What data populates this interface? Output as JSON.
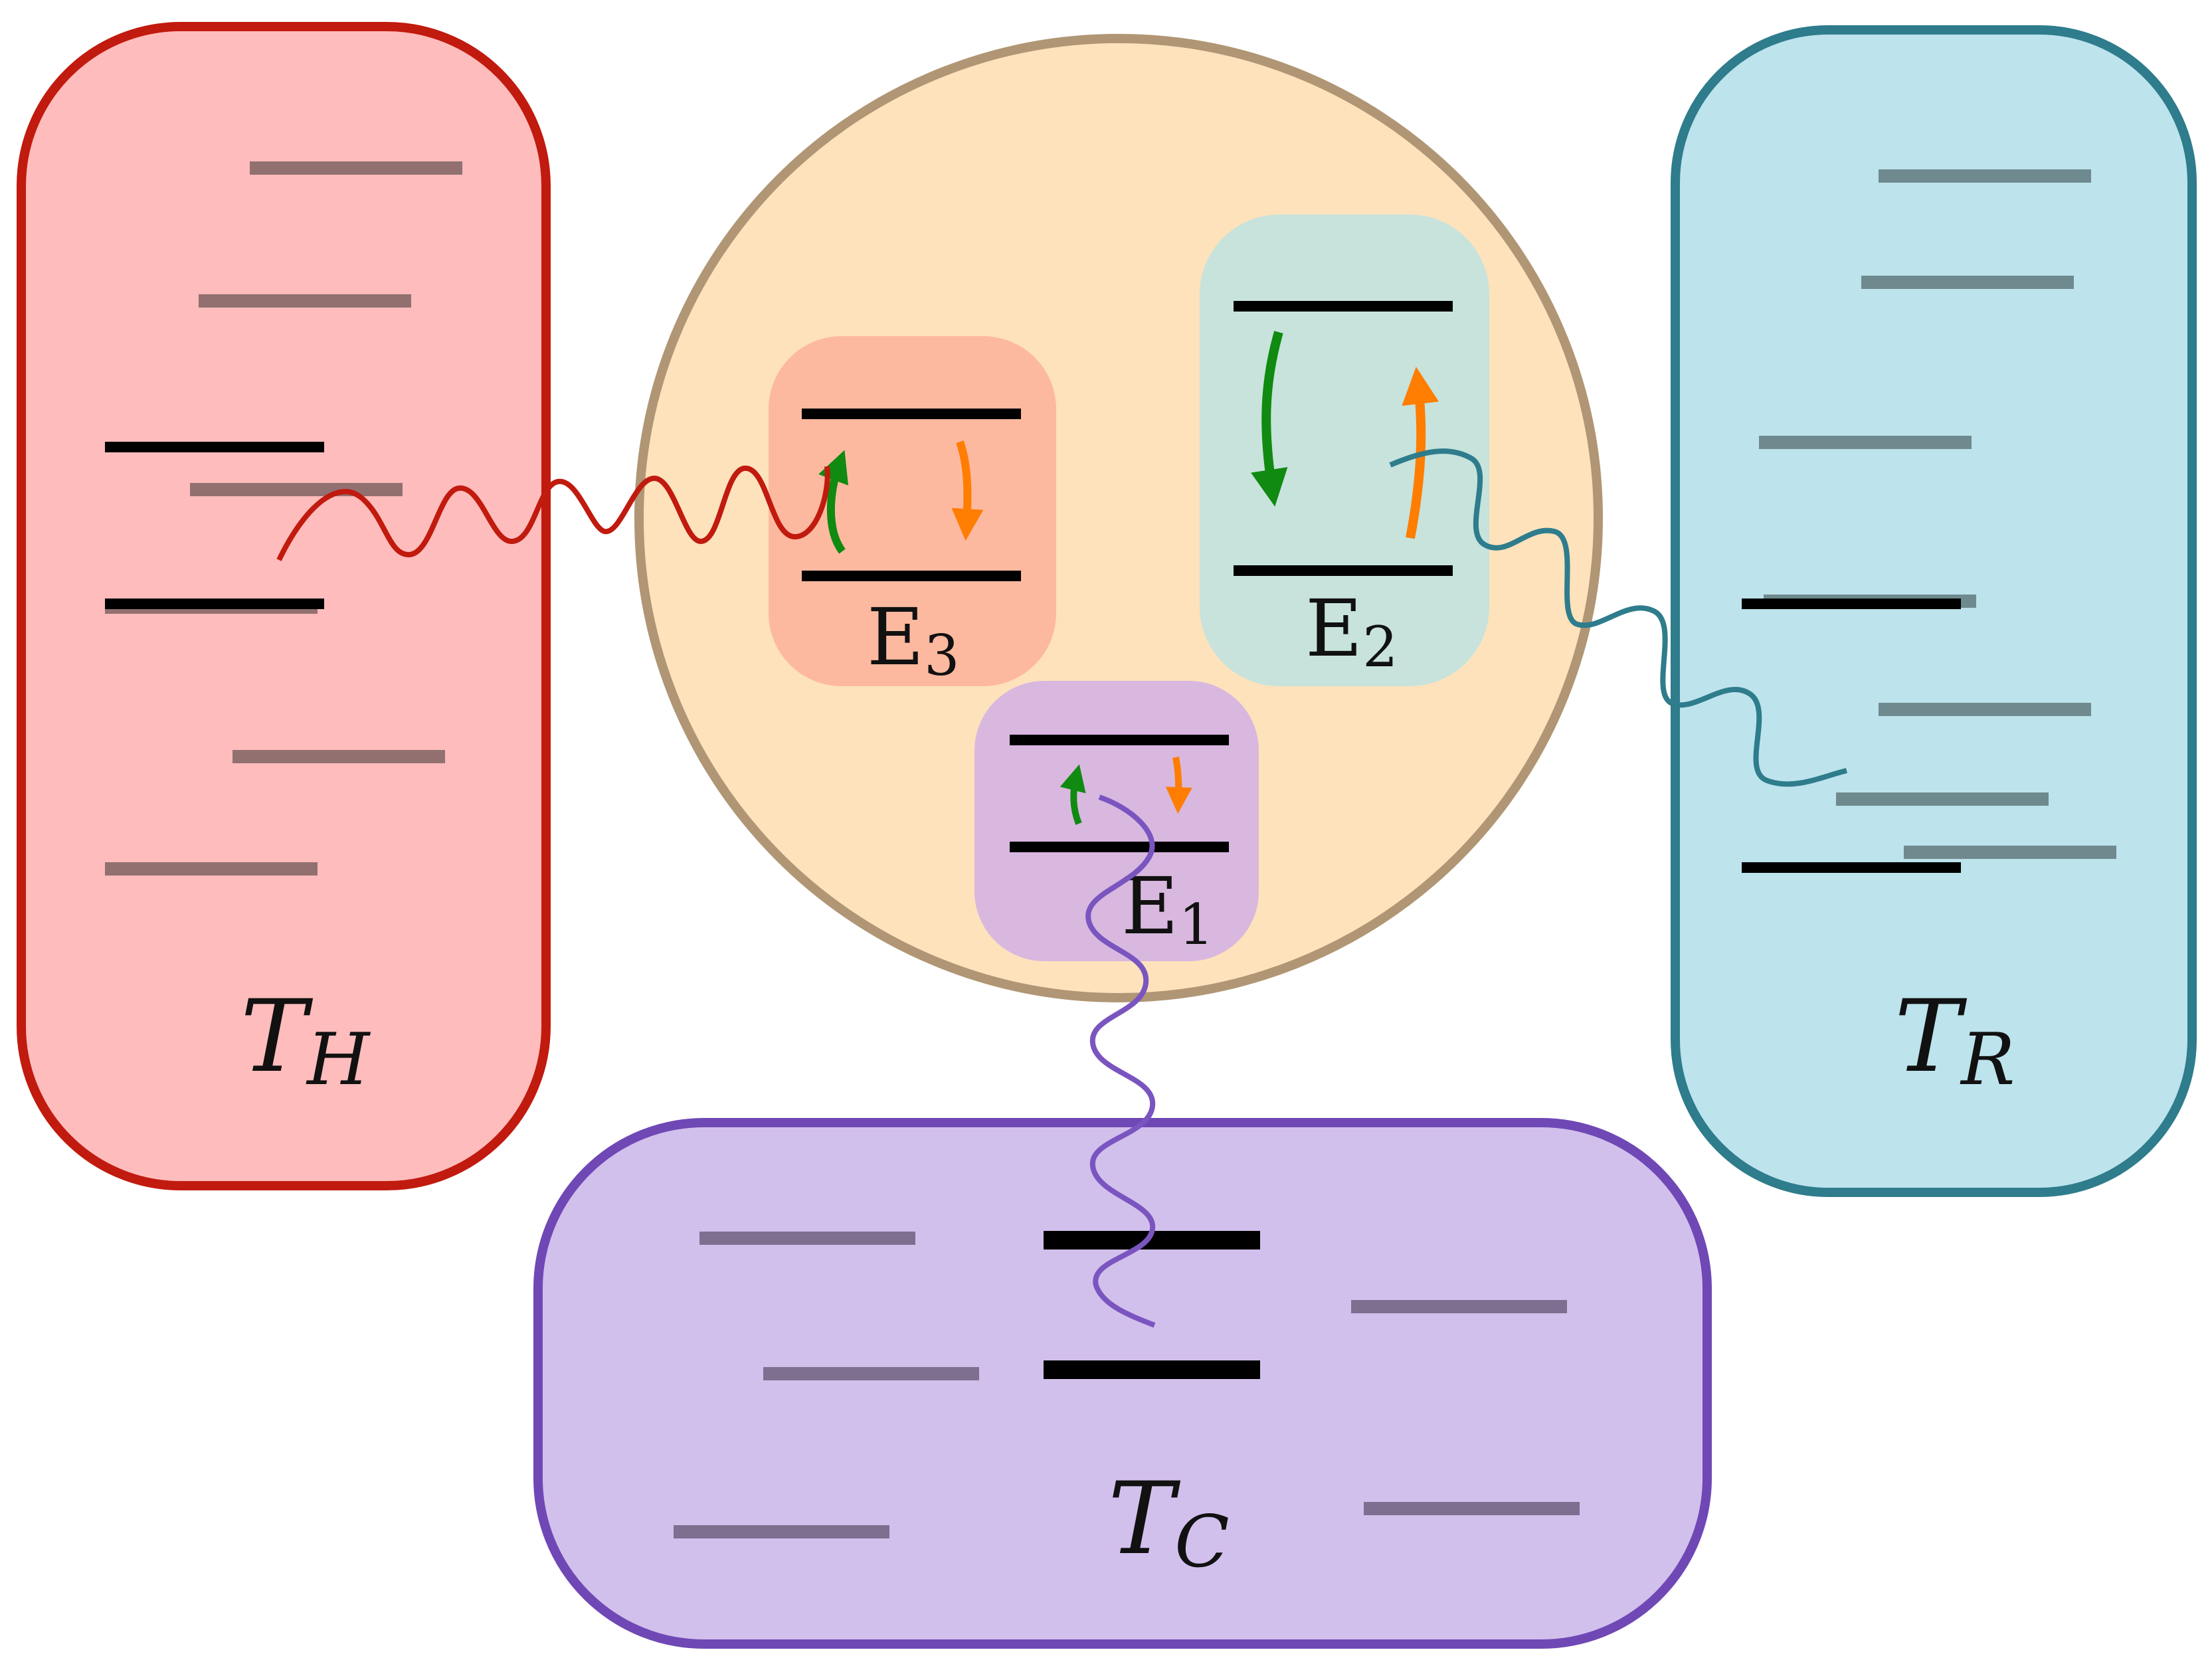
{
  "reservoirs": {
    "hot": {
      "symbol": "T",
      "subscript": "H"
    },
    "right": {
      "symbol": "T",
      "subscript": "R"
    },
    "cold": {
      "symbol": "T",
      "subscript": "C"
    }
  },
  "levels": {
    "e3": {
      "symbol": "E",
      "subscript": "3"
    },
    "e2": {
      "symbol": "E",
      "subscript": "2"
    },
    "e1": {
      "symbol": "E",
      "subscript": "1"
    }
  },
  "colors": {
    "hot_fill": "#ffbcbc",
    "hot_stroke": "#c11a0e",
    "right_fill": "#bde3ec",
    "right_stroke": "#2e7c8c",
    "cold_fill": "#d2c0ec",
    "cold_stroke": "#6f48b5",
    "system_fill": "#fde2bc",
    "system_stroke": "#b09674",
    "e3_fill": "#fdb9a0",
    "e2_fill": "#c7e3dc",
    "e1_fill": "#d8b8df",
    "green_arrow": "#108a10",
    "orange_arrow": "#ff7d00",
    "level_line": "#000000",
    "grey_line": "#7e6c6e"
  }
}
